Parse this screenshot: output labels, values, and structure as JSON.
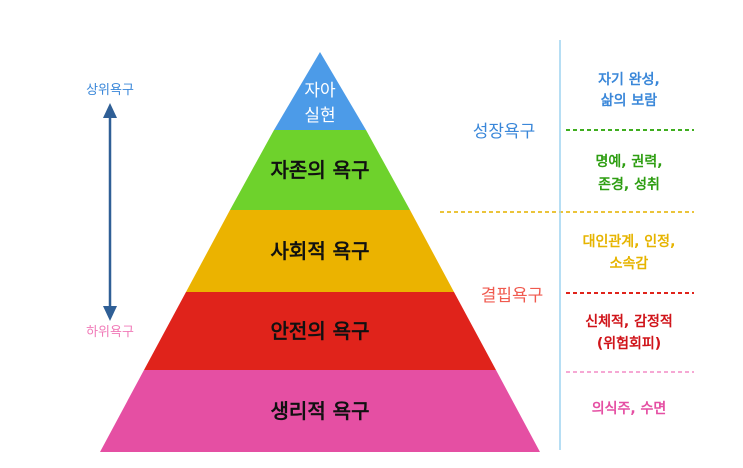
{
  "side": {
    "upper_label": "상위욕구",
    "lower_label": "하위욕구",
    "upper_color": "#3A87D9",
    "lower_color": "#F07AB8"
  },
  "levels": [
    {
      "lines": [
        "자아",
        "실현"
      ],
      "color": "#4C9BE8"
    },
    {
      "lines": [
        "자존의 욕구"
      ],
      "color": "#6ED22C"
    },
    {
      "lines": [
        "사회적 욕구"
      ],
      "color": "#EBB300"
    },
    {
      "lines": [
        "안전의 욕구"
      ],
      "color": "#E0231B"
    },
    {
      "lines": [
        "생리적 욕구"
      ],
      "color": "#E54FA3"
    }
  ],
  "groups": {
    "growth": {
      "label": "성장욕구",
      "color": "#3A87D9"
    },
    "deficiency": {
      "label": "결핍욕구",
      "color": "#F05A4F"
    }
  },
  "descriptions": [
    {
      "lines": [
        "자기 완성,",
        "삶의 보람"
      ],
      "color": "#3A87D9"
    },
    {
      "lines": [
        "명예, 권력,",
        "존경, 성취"
      ],
      "color": "#2E9E12"
    },
    {
      "lines": [
        "대인관계, 인정,",
        "소속감"
      ],
      "color": "#E6B400"
    },
    {
      "lines": [
        "신체적, 감정적",
        "(위험회피)"
      ],
      "color": "#D0141A"
    },
    {
      "lines": [
        "의식주, 수면"
      ],
      "color": "#E54FA3"
    }
  ],
  "divider_color": "#9ED3F0"
}
